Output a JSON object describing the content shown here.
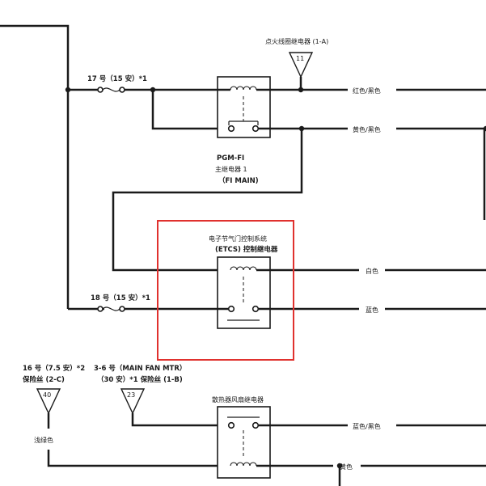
{
  "labels": {
    "fuse17": "17 号（15 安）*1",
    "fuse18": "18 号（15 安）*1",
    "ignition_relay": "点火线圈继电器 (1-A)",
    "ignition_relay_terminal": "11",
    "pgmfi_line1": "PGM-FI",
    "pgmfi_line2": "主继电器 1",
    "pgmfi_line3": "（FI MAIN)",
    "etcs_line1": "电子节气门控制系统",
    "etcs_line2": "(ETCS) 控制继电器",
    "fuse16_line1": "16 号（7.5 安）*2",
    "fuse16_line2": "保险丝 (2-C)",
    "fuse16_terminal": "40",
    "fuse36_line1": "3-6 号（MAIN FAN MTR）",
    "fuse36_line2": "（30 安）*1 保险丝 (1-B)",
    "fuse36_terminal": "23",
    "radiator_relay": "散热器风扇继电器"
  },
  "wire_colors": {
    "red_black": "红色/黑色",
    "yellow_black": "黄色/黑色",
    "white": "白色",
    "blue": "蓝色",
    "blue_black": "蓝色/黑色",
    "yellow": "黄色",
    "light_green": "浅绿色"
  },
  "highlight_color": "#e0312e"
}
